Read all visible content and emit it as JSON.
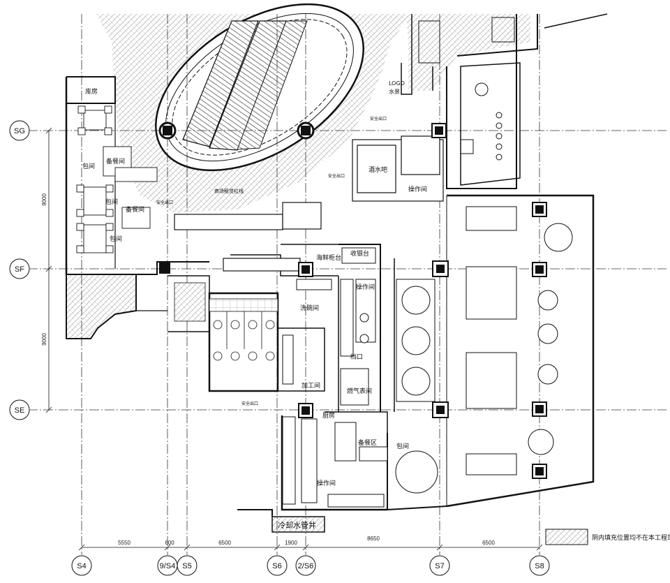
{
  "axes": {
    "rows": [
      "SG",
      "SF",
      "SE"
    ],
    "columns": [
      "S4",
      "9/S4",
      "S5",
      "S6",
      "2/S6",
      "S7",
      "S8"
    ]
  },
  "dimensions": {
    "horizontal": [
      "5550",
      "600",
      "6500",
      "1900",
      "8650",
      "6500"
    ],
    "vertical": [
      "9000",
      "9000"
    ]
  },
  "rooms": {
    "storage": "库房",
    "private1": "包间",
    "private2": "包间",
    "private3": "包间",
    "prep1": "备餐间",
    "prep2": "备餐间",
    "bar": "酒水吧",
    "operation1": "操作间",
    "logo": "LOGO",
    "water_bar": "水景",
    "seafood": "海鲜柜台",
    "cashier": "收银台",
    "operation2": "操作间",
    "washing": "洗碗间",
    "stall": "档口",
    "processing": "加工间",
    "gas_meter": "燃气表间",
    "kitchen": "厨房",
    "prep_area": "备餐区",
    "private4": "包间",
    "operation3": "操作间",
    "cold_pipe": "冷却水管井",
    "mall_line": "商场租赁红线",
    "exit1": "安全出口",
    "exit2": "安全出口",
    "exit3": "安全出口",
    "exit4": "安全出口"
  },
  "legend": {
    "text": "阴内填充位置均不在本工程范围内。"
  }
}
